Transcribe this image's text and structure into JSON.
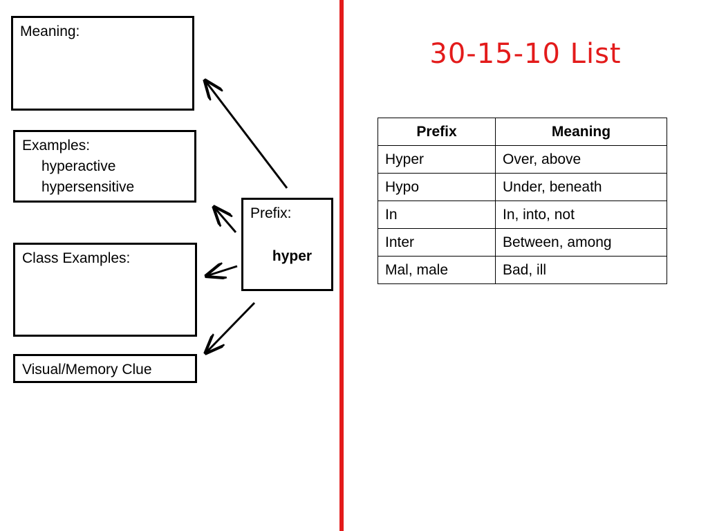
{
  "diagram": {
    "meaning_label": "Meaning:",
    "examples_label": "Examples:",
    "examples": [
      "hyperactive",
      "hypersensitive"
    ],
    "class_examples_label": "Class Examples:",
    "visual_clue_label": "Visual/Memory Clue",
    "prefix_label": "Prefix:",
    "prefix_word": "hyper"
  },
  "list": {
    "title": "30-15-10 List",
    "title_color": "#e31b1b",
    "headers": [
      "Prefix",
      "Meaning"
    ],
    "rows": [
      [
        "Hyper",
        "Over, above"
      ],
      [
        "Hypo",
        "Under, beneath"
      ],
      [
        "In",
        "In, into, not"
      ],
      [
        "Inter",
        "Between, among"
      ],
      [
        "Mal, male",
        "Bad, ill"
      ]
    ]
  },
  "colors": {
    "divider": "#e31b1b",
    "ink": "#000000"
  }
}
